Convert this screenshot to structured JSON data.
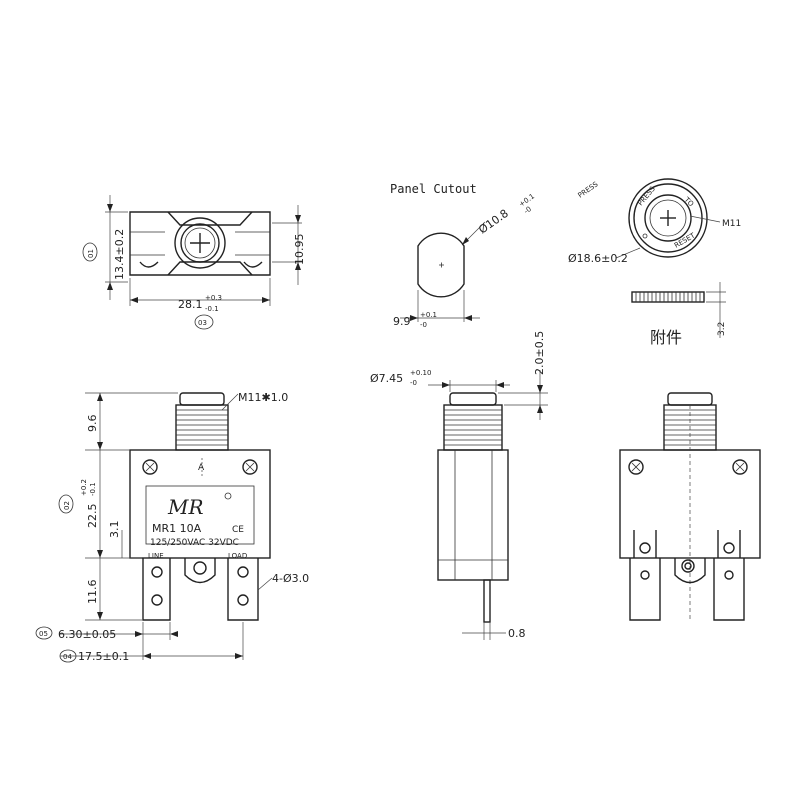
{
  "colors": {
    "line": "#222222",
    "background": "#ffffff"
  },
  "top_view": {
    "marker_01": "01",
    "marker_03": "03",
    "dim_height": "13.4±0.2",
    "dim_width_main": "28.1",
    "dim_width_tol_upper": "+0.3",
    "dim_width_tol_lower": "-0.1",
    "dim_body": "10.95"
  },
  "panel_cutout": {
    "title": "Panel Cutout",
    "dim_diameter": "Ø10.8",
    "dim_diameter_tol_upper": "+0.1",
    "dim_diameter_tol_lower": "-0",
    "dim_flat": "9.9",
    "dim_flat_tol_upper": "+0.1",
    "dim_flat_tol_lower": "-0"
  },
  "accessory": {
    "press_label": "PRESS",
    "to_label": "TO",
    "reset_label": "RESET",
    "thread_label": "M11",
    "dim_diameter": "Ø18.6±0.2",
    "dim_thickness": "3.2",
    "caption": "附件"
  },
  "front_view": {
    "thread_label": "M11✱1.0",
    "dim_top": "9.6",
    "dim_height_main": "22.5",
    "dim_height_tol_upper": "+0.2",
    "dim_height_tol_lower": "-0.1",
    "marker_02": "02",
    "dim_mid": "3.1",
    "dim_terminal": "11.6",
    "hole_label": "4-Ø3.0",
    "logo_text": "MR",
    "model": "MR1  10A",
    "ce_mark": "CE",
    "rating": "125/250VAC  32VDC",
    "line_label": "LINE",
    "load_label": "LOAD",
    "arrow_label": "A",
    "marker_05": "05",
    "dim_terminal_width": "6.30±0.05",
    "marker_04": "04",
    "dim_pitch": "17.5±0.1"
  },
  "side_view": {
    "dim_button": "Ø7.45",
    "dim_button_tol_upper": "+0.10",
    "dim_button_tol_lower": "-0",
    "dim_button_travel": "2.0±0.5",
    "dim_terminal_thickness": "0.8"
  }
}
